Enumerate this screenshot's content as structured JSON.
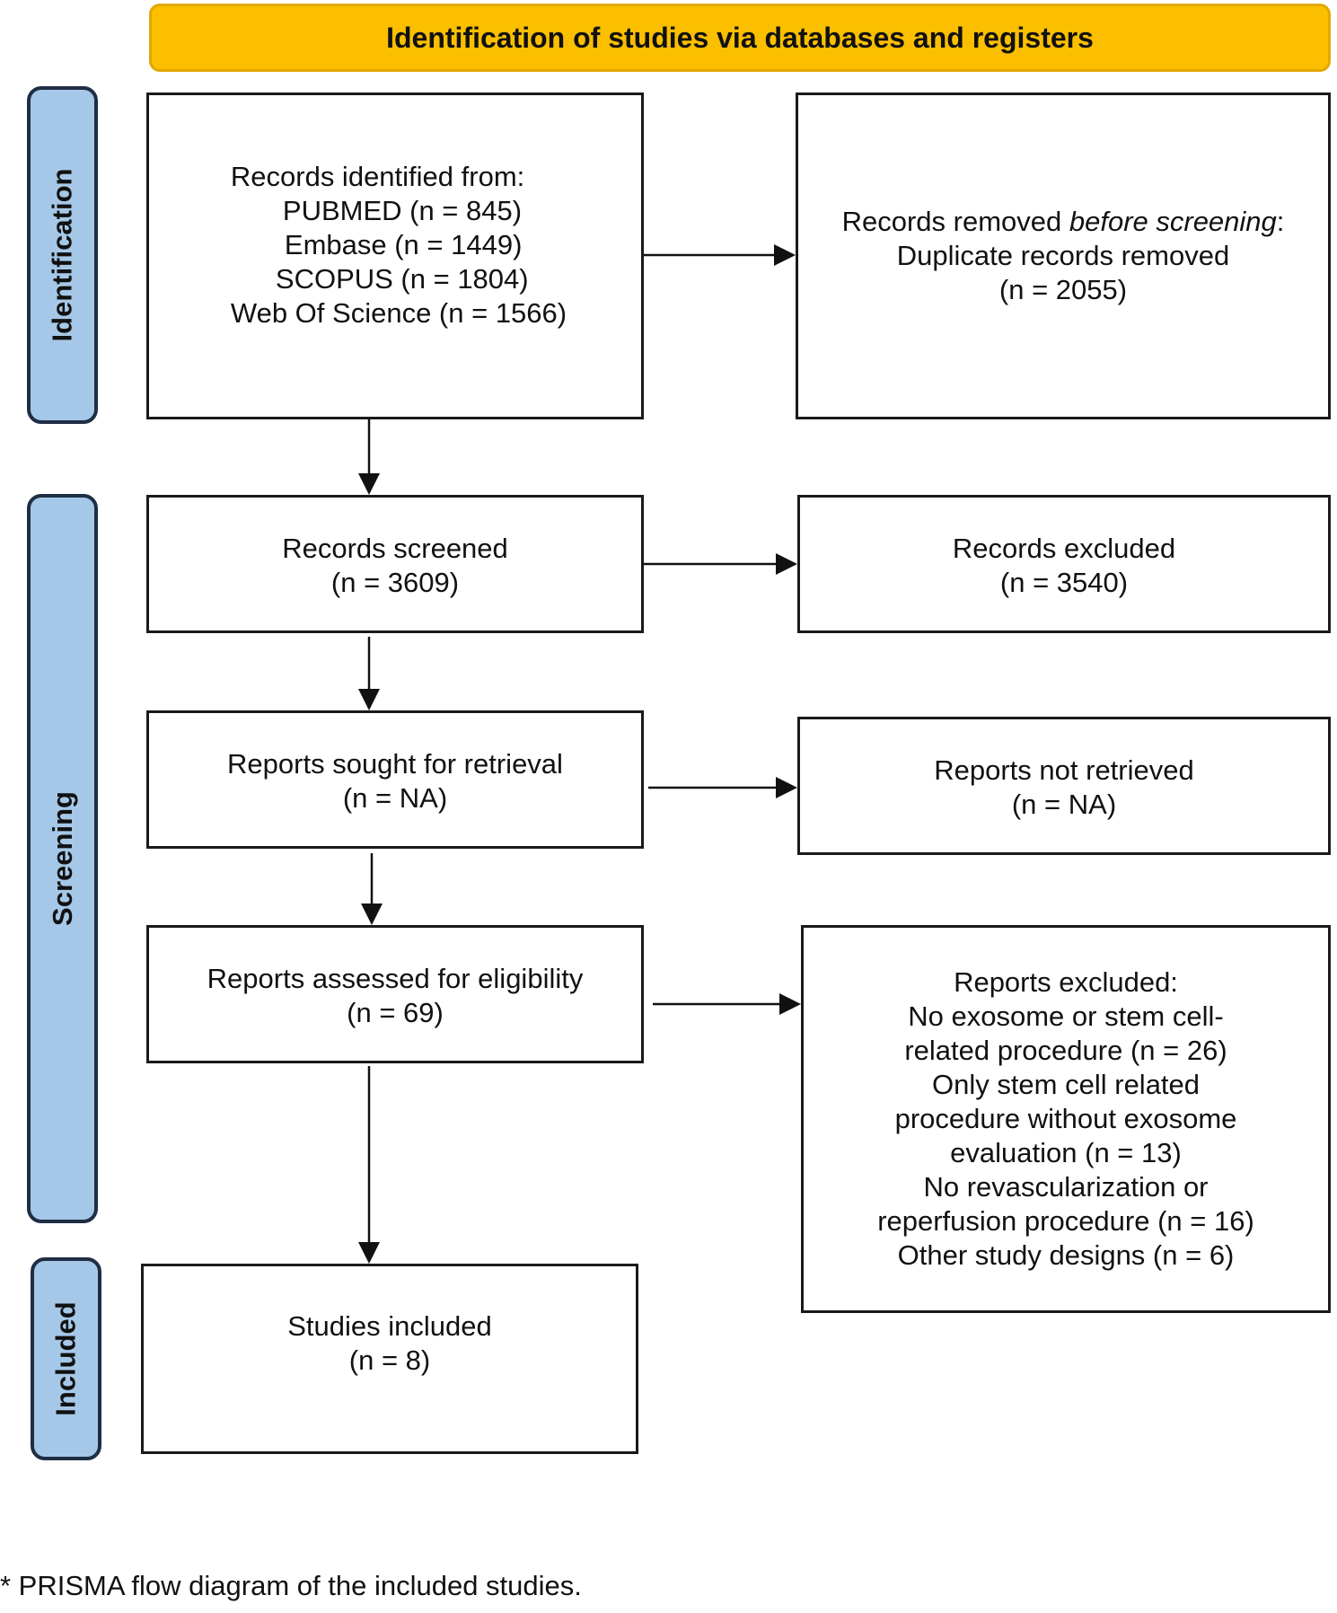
{
  "header": {
    "title": "Identification of studies via databases and registers"
  },
  "phases": {
    "identification": "Identification",
    "screening": "Screening",
    "included": "Included"
  },
  "boxes": {
    "records_identified": {
      "heading": "Records identified from:",
      "sources": [
        "PUBMED (n = 845)",
        "Embase (n = 1449)",
        "SCOPUS (n = 1804)",
        "Web Of Science (n = 1566)"
      ]
    },
    "records_removed": {
      "line1_prefix": "Records removed ",
      "line1_italic": "before screening",
      "line1_suffix": ":",
      "line2": "Duplicate records removed",
      "line3": "(n = 2055)"
    },
    "records_screened": {
      "label": "Records screened",
      "count": "(n = 3609)"
    },
    "records_excluded": {
      "label": "Records excluded",
      "count": "(n = 3540)"
    },
    "reports_sought": {
      "label": "Reports sought for retrieval",
      "count": "(n = NA)"
    },
    "reports_not_retrieved": {
      "label": "Reports not retrieved",
      "count": "(n = NA)"
    },
    "reports_assessed": {
      "label": "Reports assessed for eligibility",
      "count": "(n = 69)"
    },
    "reports_excluded": {
      "lines": [
        "Reports excluded:",
        "No exosome or stem cell-",
        "related procedure (n = 26)",
        "Only stem cell related",
        "procedure without exosome",
        "evaluation (n = 13)",
        "No revascularization or",
        "reperfusion procedure (n = 16)",
        "Other study designs (n = 6)"
      ]
    },
    "studies_included": {
      "label": "Studies included",
      "count": "(n = 8)"
    }
  },
  "caption": "* PRISMA flow diagram of the included studies.",
  "colors": {
    "header_fill": "#fbbf00",
    "phase_fill": "#a6c8e8",
    "phase_border": "#1f2e44"
  }
}
